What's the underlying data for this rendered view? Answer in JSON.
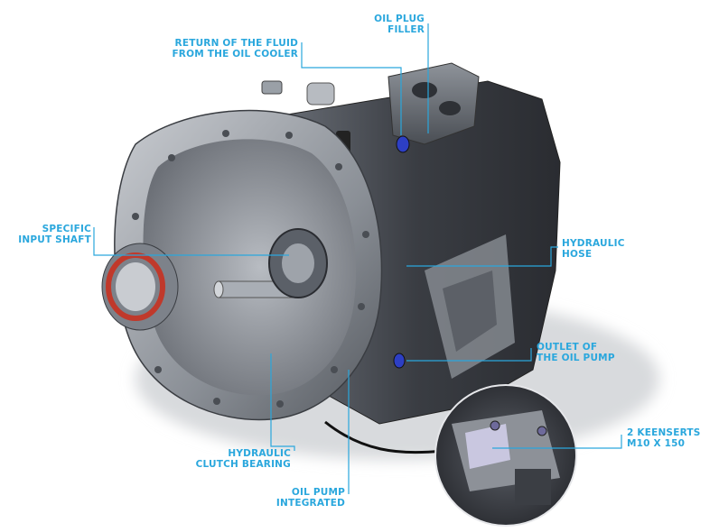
{
  "labels": {
    "oil_plug": {
      "line1": "OIL PLUG",
      "line2": "FILLER"
    },
    "return_fluid": {
      "line1": "RETURN OF THE FLUID",
      "line2": "FROM THE OIL COOLER"
    },
    "input_shaft": {
      "line1": "SPECIFIC",
      "line2": "INPUT SHAFT"
    },
    "hydraulic_hose": {
      "line1": "HYDRAULIC",
      "line2": "HOSE"
    },
    "outlet_pump": {
      "line1": "OUTLET OF",
      "line2": "THE OIL PUMP"
    },
    "keenserts": {
      "line1": "2 KEENSERTS",
      "line2": "M10 X 150"
    },
    "clutch_bearing": {
      "line1": "HYDRAULIC",
      "line2": "CLUTCH BEARING"
    },
    "oil_pump": {
      "line1": "OIL PUMP",
      "line2": "INTEGRATED"
    }
  },
  "colors": {
    "label_text": "#2aa7dd",
    "leader_line": "#2aa7dd",
    "housing_dark": "#3c3f45",
    "housing_light": "#8d9299",
    "seal_red": "#c0392b",
    "fitting_blue": "#2d3fc4"
  }
}
